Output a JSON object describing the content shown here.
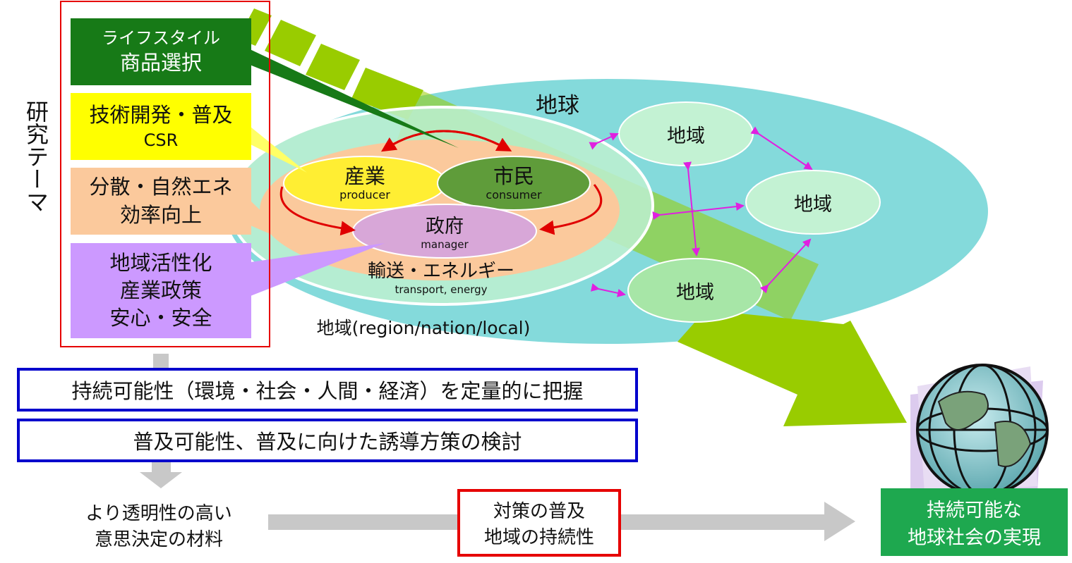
{
  "research_theme_label": "研究テーマ",
  "themes": [
    {
      "line1": "ライフスタイル",
      "line2": "商品選択"
    },
    {
      "line1": "技術開発・普及",
      "line2": "CSR"
    },
    {
      "line1": "分散・自然エネ",
      "line2": "効率向上"
    },
    {
      "line1": "地域活性化",
      "line2": "産業政策",
      "line3": "安心・安全"
    }
  ],
  "earth_label": "地球",
  "region_label": "地域(region/nation/local)",
  "actors": {
    "industry": {
      "name": "産業",
      "sub": "producer"
    },
    "citizen": {
      "name": "市民",
      "sub": "consumer"
    },
    "government": {
      "name": "政府",
      "sub": "manager"
    },
    "infrastructure": {
      "name": "輸送・エネルギー",
      "sub": "transport, energy"
    }
  },
  "regions": [
    "地域",
    "地域",
    "地域"
  ],
  "quantify_box": "持続可能性（環境・社会・人間・経済）を定量的に把握",
  "diffusion_box": "普及可能性、普及に向けた誘導方策の検討",
  "decision_material": {
    "line1": "より透明性の高い",
    "line2": "意思決定の材料"
  },
  "measures": {
    "line1": "対策の普及",
    "line2": "地域の持続性"
  },
  "goal": {
    "line1": "持続可能な",
    "line2": "地球社会の実現"
  },
  "colors": {
    "dark_green": "#177a17",
    "yellow": "#ffff00",
    "peach": "#fbc99c",
    "lavender": "#cc99ff",
    "earth_teal": "#84dadb",
    "light_green": "#c9f2d4",
    "citizen_green": "#5f9c3a",
    "gov_pink": "#d8a7d8",
    "arrow_green": "#99cc00",
    "goal_green": "#1ea84f",
    "blue_border": "#0000cc",
    "red_border": "#e60000",
    "magenta": "#e020e0"
  }
}
